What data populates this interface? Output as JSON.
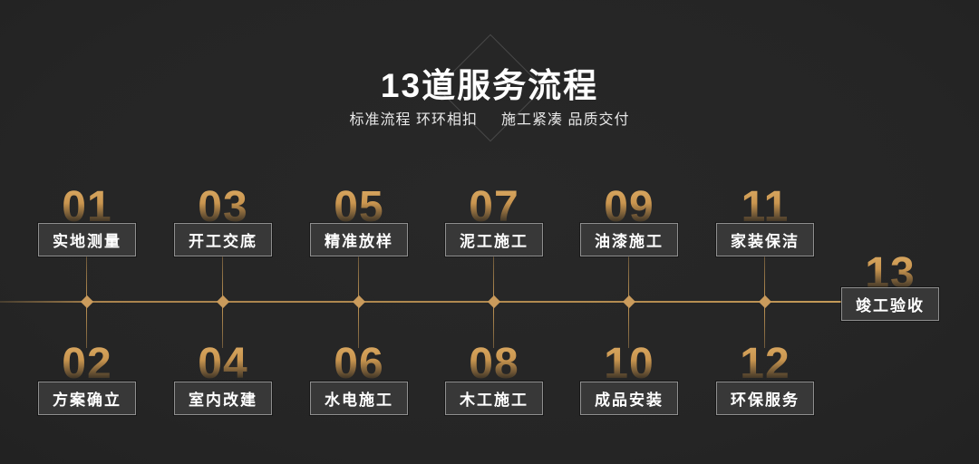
{
  "header": {
    "title": "13道服务流程",
    "subtitle_left": "标准流程 环环相扣",
    "subtitle_right": "施工紧凑 品质交付"
  },
  "steps": [
    {
      "num": "01",
      "label": "实地测量"
    },
    {
      "num": "02",
      "label": "方案确立"
    },
    {
      "num": "03",
      "label": "开工交底"
    },
    {
      "num": "04",
      "label": "室内改建"
    },
    {
      "num": "05",
      "label": "精准放样"
    },
    {
      "num": "06",
      "label": "水电施工"
    },
    {
      "num": "07",
      "label": "泥工施工"
    },
    {
      "num": "08",
      "label": "木工施工"
    },
    {
      "num": "09",
      "label": "油漆施工"
    },
    {
      "num": "10",
      "label": "成品安装"
    },
    {
      "num": "11",
      "label": "家装保洁"
    },
    {
      "num": "12",
      "label": "环保服务"
    },
    {
      "num": "13",
      "label": "竣工验收"
    }
  ],
  "colors": {
    "background": "#262626",
    "accent_gold": "#c9995a",
    "timeline_line": "#b08a50",
    "box_background": "#383838",
    "box_border": "#8f8f8f",
    "text": "#ffffff"
  }
}
